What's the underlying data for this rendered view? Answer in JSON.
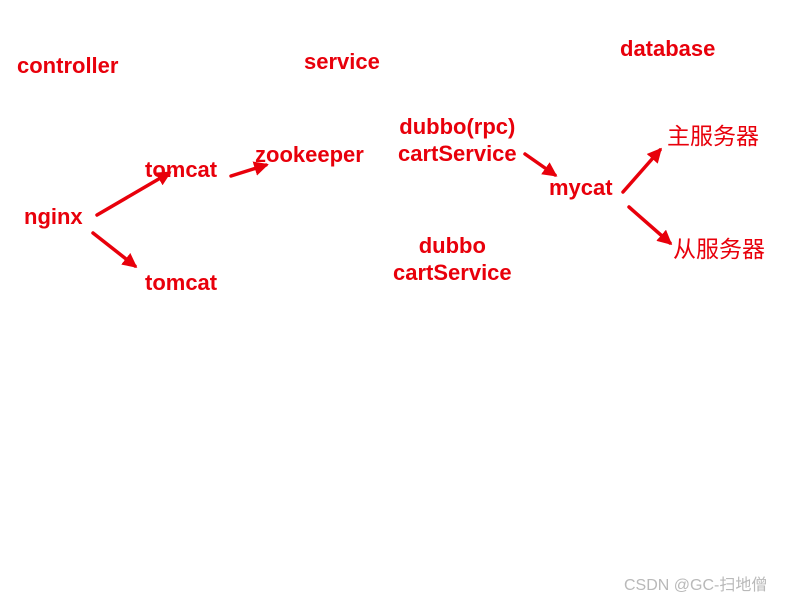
{
  "headers": {
    "controller": "controller",
    "service": "service",
    "database": "database"
  },
  "nodes": {
    "nginx": "nginx",
    "tomcat_top": "tomcat",
    "tomcat_bottom": "tomcat",
    "zookeeper": "zookeeper",
    "dubbo_rpc": [
      "dubbo(rpc)",
      "cartService"
    ],
    "dubbo": [
      "dubbo",
      "cartService"
    ],
    "mycat": "mycat",
    "master_server": "主服务器",
    "slave_server": "从服务器"
  },
  "colors": {
    "label": "#e8000b",
    "arrow": "#e8000b",
    "watermark": "#b9b9b9"
  },
  "watermark": "CSDN @GC-扫地僧"
}
